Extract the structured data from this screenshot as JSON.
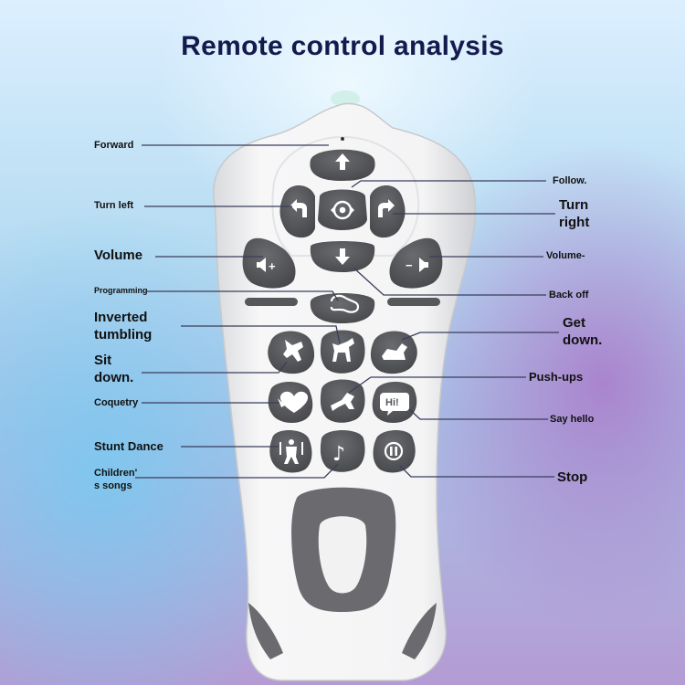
{
  "title": "Remote control analysis",
  "labels": {
    "forward": "Forward",
    "turn_left": "Turn left",
    "volume_up": "Volume",
    "programming": "Programming",
    "inverted_tumbling_1": "Inverted",
    "inverted_tumbling_2": "tumbling",
    "sit_down_1": "Sit",
    "sit_down_2": "down.",
    "coquetry": "Coquetry",
    "stunt_dance": "Stunt Dance",
    "childrens_songs_1": "Children'",
    "childrens_songs_2": "s songs",
    "follow": "Follow.",
    "turn_right_1": "Turn",
    "turn_right_2": "right",
    "volume_down": "Volume-",
    "back_off": "Back off",
    "get_down_1": "Get",
    "get_down_2": "down.",
    "push_ups": "Push-ups",
    "say_hello": "Say hello",
    "stop": "Stop"
  },
  "buttons": {
    "say_hello_glyph": "Hi!",
    "volume_up_glyph": "+",
    "volume_down_glyph": "−",
    "music_glyph": "♪"
  },
  "colors": {
    "button": "#56575a",
    "body": "#f2f2f2",
    "grip": "#6b6b6f",
    "leader": "#3a3d5c",
    "title": "#151a4d"
  }
}
